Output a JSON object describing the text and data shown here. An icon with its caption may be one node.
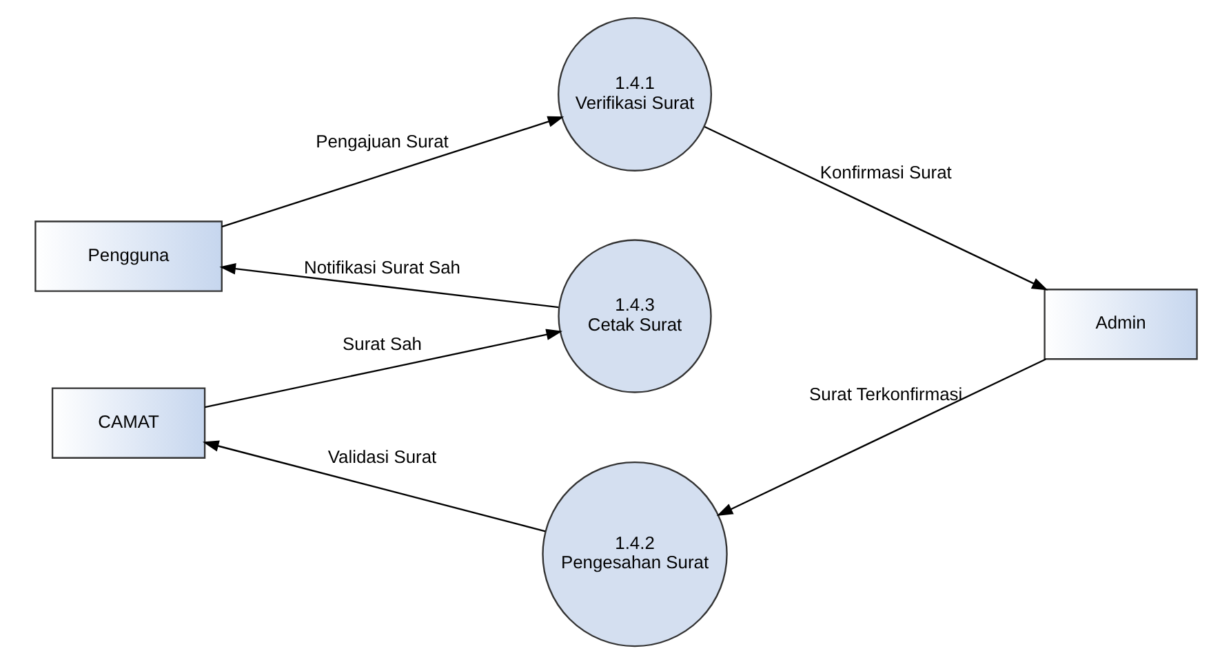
{
  "diagram": {
    "nodes": [
      {
        "text": [
          "Pengguna"
        ]
      },
      {
        "text": [
          "1.4.1",
          "Verifikasi Surat"
        ]
      },
      {
        "text": [
          "Admin"
        ]
      },
      {
        "text": [
          "CAMAT"
        ]
      },
      {
        "text": [
          "1.4.2",
          "Pengesahan Surat"
        ]
      },
      {
        "text": [
          "1.4.3",
          "Cetak Surat"
        ]
      }
    ],
    "edges": [
      {
        "from": 0,
        "to": 1,
        "arrow": "to",
        "label": "Pengajuan Surat"
      },
      {
        "from": 1,
        "to": 2,
        "arrow": "to",
        "label": "Konfirmasi Surat"
      },
      {
        "from": 2,
        "to": 4,
        "arrow": "to",
        "label": "Surat Terkonfirmasi"
      },
      {
        "from": 4,
        "to": 3,
        "arrow": "to",
        "label": "Validasi Surat"
      },
      {
        "from": 3,
        "to": 5,
        "arrow": "to",
        "label": "Surat Sah"
      },
      {
        "from": 5,
        "to": 0,
        "arrow": "to",
        "label": "Notifikasi Surat Sah"
      }
    ]
  }
}
